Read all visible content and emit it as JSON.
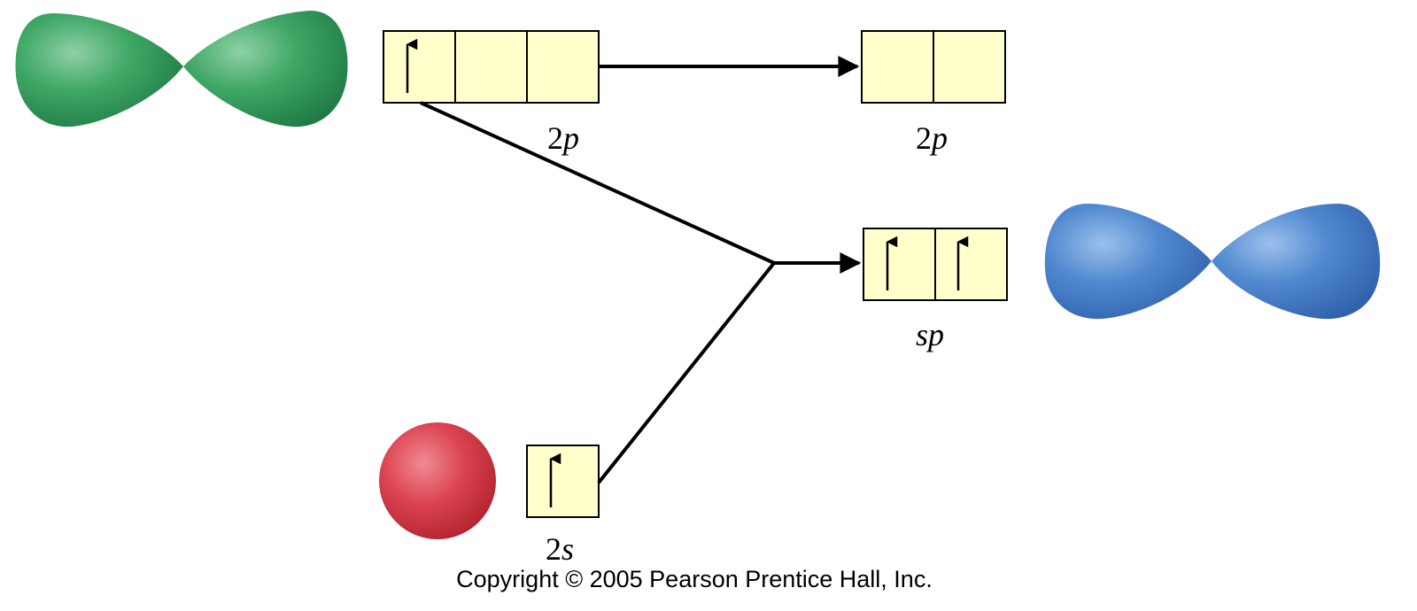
{
  "orbitals": {
    "p_2p": {
      "label_num": "2",
      "label_sym": "p",
      "boxes": 3,
      "electrons": [
        1,
        0,
        0
      ],
      "color": "#2e9a5a"
    },
    "p_2p_remaining": {
      "label_num": "2",
      "label_sym": "p",
      "boxes": 2,
      "electrons": [
        0,
        0
      ]
    },
    "s_2s": {
      "label_num": "2",
      "label_sym": "s",
      "boxes": 1,
      "electrons": [
        1
      ],
      "color": "#d83a48"
    },
    "sp_hybrid": {
      "label_num": "",
      "label_sym": "sp",
      "boxes": 2,
      "electrons": [
        1,
        1
      ],
      "color": "#4a80c8"
    }
  },
  "colors": {
    "box_fill": "#ffffcc",
    "p_lobe": "#2e9a5a",
    "s_sphere": "#d83a48",
    "sp_lobe": "#4a80c8"
  },
  "copyright": "Copyright © 2005 Pearson Prentice Hall, Inc."
}
